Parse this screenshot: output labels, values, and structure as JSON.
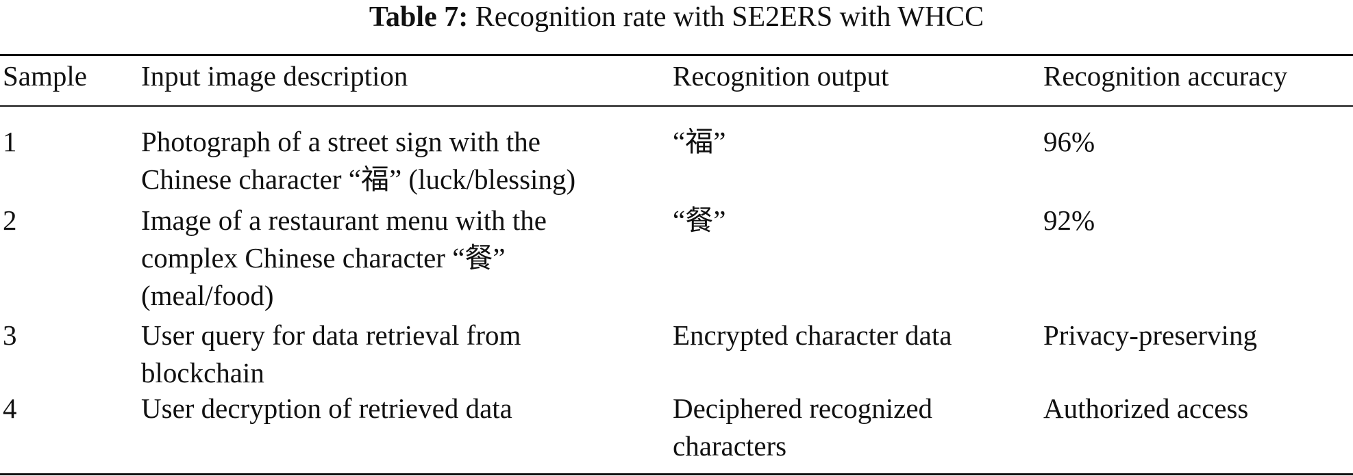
{
  "caption": {
    "label": "Table 7:",
    "text": "Recognition rate with SE2ERS with WHCC"
  },
  "columns": [
    "Sample",
    "Input image description",
    "Recognition output",
    "Recognition accuracy"
  ],
  "rows": [
    {
      "sample": "1",
      "description": "Photograph of a street sign with the\nChinese character “福” (luck/blessing)",
      "output": "“福”",
      "accuracy": "96%"
    },
    {
      "sample": "2",
      "description": "Image of a restaurant menu with the\ncomplex Chinese character “餐”\n(meal/food)",
      "output": "“餐”",
      "accuracy": "92%"
    },
    {
      "sample": "3",
      "description": "User query for data retrieval from\nblockchain",
      "output": "Encrypted character data",
      "accuracy": "Privacy-preserving"
    },
    {
      "sample": "4",
      "description": "User decryption of retrieved data",
      "output": "Deciphered recognized\ncharacters",
      "accuracy": "Authorized access"
    }
  ]
}
